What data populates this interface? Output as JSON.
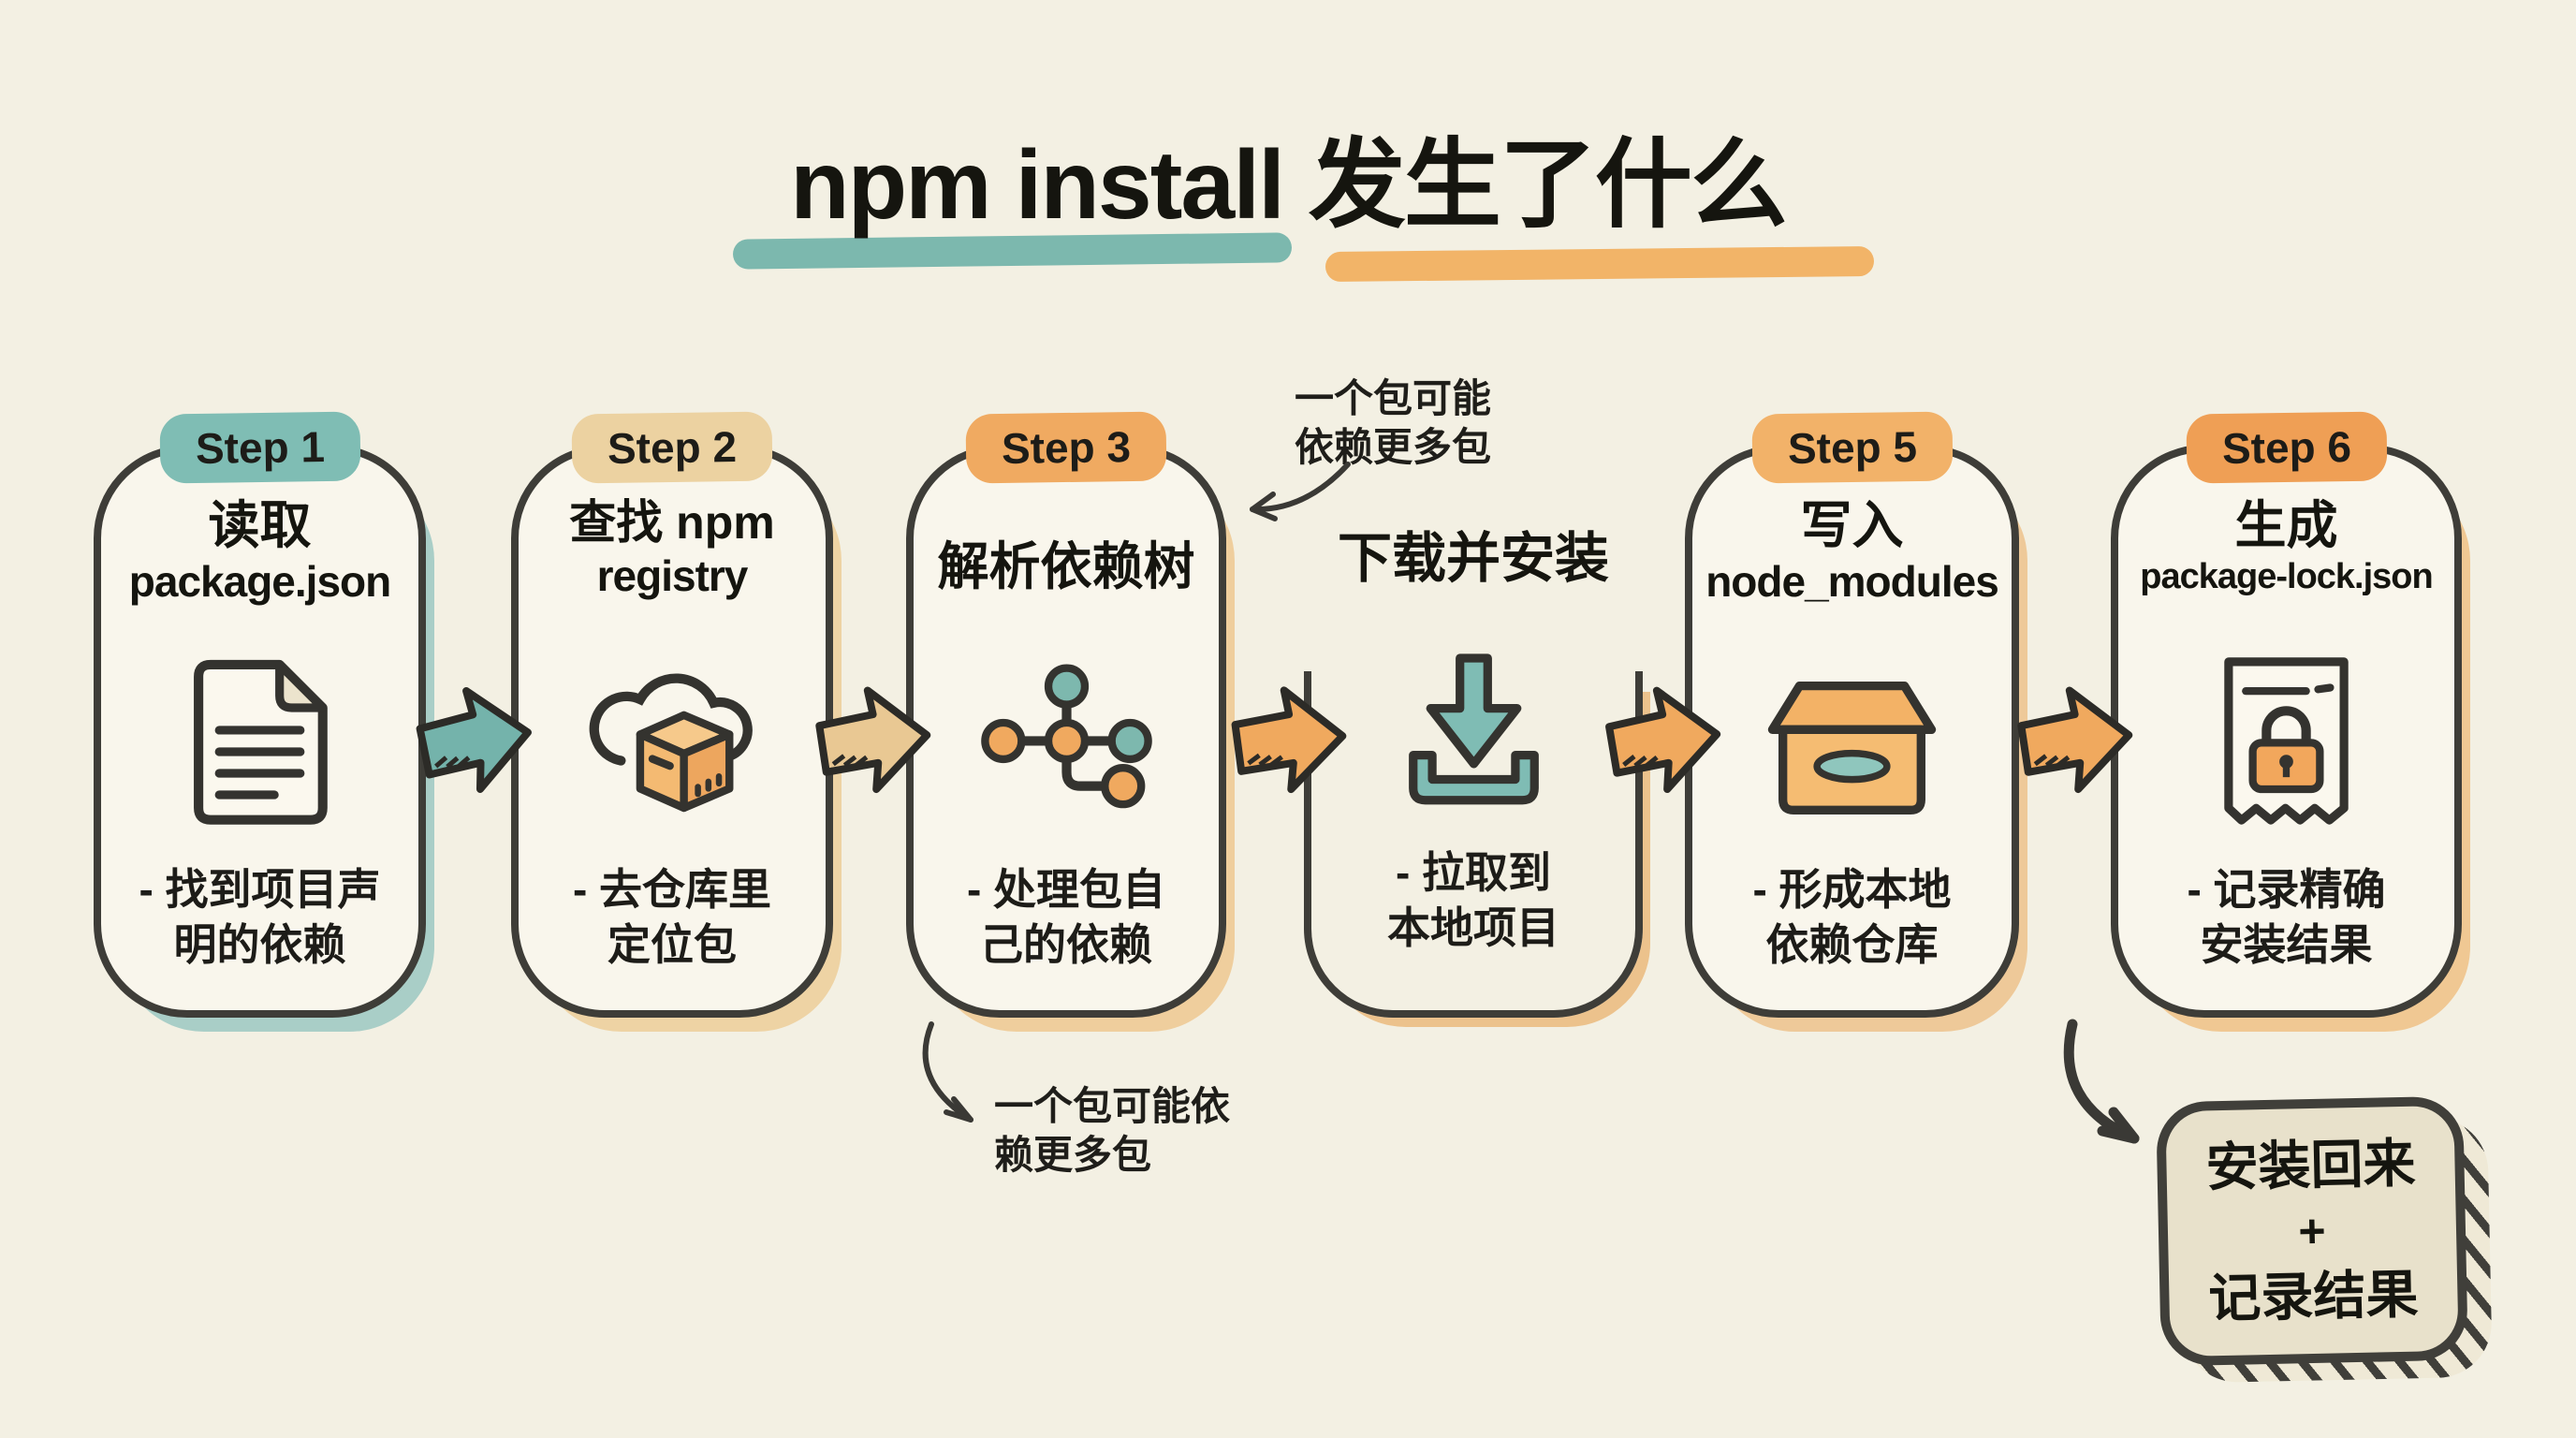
{
  "page": {
    "title_en": "npm install",
    "title_zh": "发生了什么"
  },
  "colors": {
    "background": "#f3f0e3",
    "card_fill": "#f9f6ec",
    "ink": "#3e3d38",
    "teal_accent": "#7cb8ae",
    "orange_accent": "#f2b468",
    "tan_accent": "#e9c893",
    "badge_step1": "#7fbdb4",
    "badge_step2": "#ecd2a1",
    "badge_step3": "#f0aa61",
    "badge_step5": "#f2b269",
    "badge_step6": "#ef9f55",
    "result_box_fill": "#e8e1cb"
  },
  "steps": [
    {
      "badge": "Step 1",
      "title_lines": [
        "读取",
        "package.json"
      ],
      "icon": "document-icon",
      "bullet_lines": [
        "- 找到项目声",
        "明的依赖"
      ]
    },
    {
      "badge": "Step 2",
      "title_lines": [
        "查找 npm",
        "registry"
      ],
      "icon": "cloud-package-icon",
      "bullet_lines": [
        "- 去仓库里",
        "定位包"
      ]
    },
    {
      "badge": "Step 3",
      "title_lines": [
        "解析依赖树"
      ],
      "icon": "dependency-tree-icon",
      "bullet_lines": [
        "- 处理包自",
        "己的依赖"
      ]
    },
    {
      "badge": null,
      "title_lines": [
        "下载并安装"
      ],
      "icon": "download-icon",
      "bullet_lines": [
        "- 拉取到",
        "本地项目"
      ]
    },
    {
      "badge": "Step 5",
      "title_lines": [
        "写入",
        "node_modules"
      ],
      "icon": "open-box-icon",
      "bullet_lines": [
        "- 形成本地",
        "依赖仓库"
      ]
    },
    {
      "badge": "Step 6",
      "title_lines": [
        "生成",
        "package-lock.json"
      ],
      "icon": "lock-receipt-icon",
      "bullet_lines": [
        "- 记录精确",
        "安装结果"
      ]
    }
  ],
  "annotations": {
    "top": {
      "lines": [
        "一个包可能",
        "依赖更多包"
      ]
    },
    "bottom": {
      "lines": [
        "一个包可能依",
        "赖更多包"
      ]
    }
  },
  "result_box": {
    "lines": [
      "安装回来",
      "+",
      "记录结果"
    ]
  }
}
